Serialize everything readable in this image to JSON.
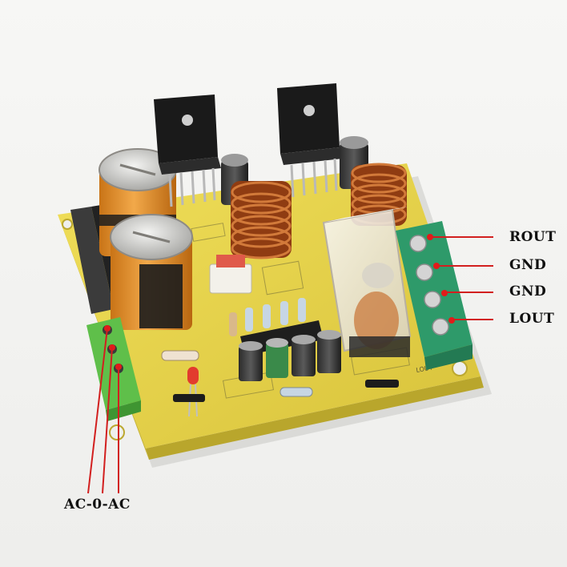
{
  "board": {
    "labels": {
      "rout": "ROUT",
      "gnd_1": "GND",
      "gnd_2": "GND",
      "lout": "LOUT",
      "ac_input": "AC-0-AC"
    },
    "silkscreen": {
      "lout": "LOUT"
    }
  },
  "colors": {
    "pcb": "#e8d84a",
    "terminal": "#2e9a6a",
    "terminal_ac": "#5fbf4a",
    "capacitor": "#e3952e",
    "coil": "#b4561f",
    "callout_line": "#d21f1f",
    "callout_text": "#111111",
    "background": "#f3f3f1"
  }
}
